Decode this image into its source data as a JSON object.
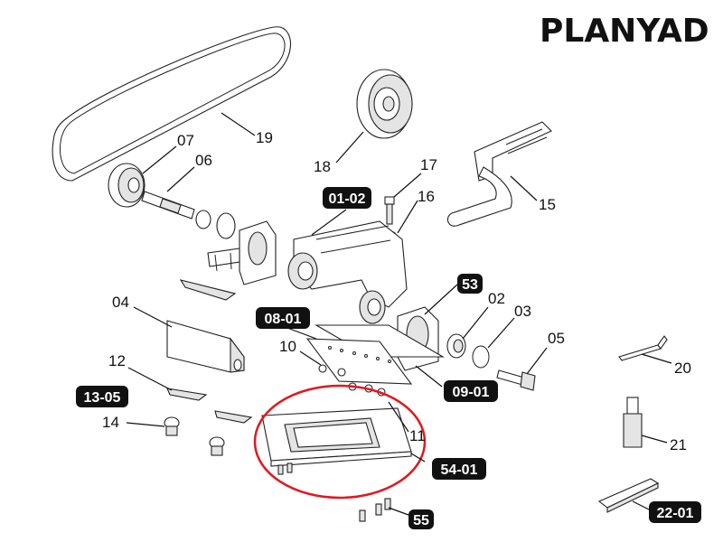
{
  "brand": "PLANYAD",
  "labels": {
    "p19": "19",
    "p07": "07",
    "p06": "06",
    "p18": "18",
    "p17": "17",
    "p16": "16",
    "p15": "15",
    "p04": "04",
    "p02": "02",
    "p03": "03",
    "p05": "05",
    "p10": "10",
    "p12": "12",
    "p14": "14",
    "p11": "11",
    "p20": "20",
    "p21": "21"
  },
  "tags": {
    "t0102": "01-02",
    "t53": "53",
    "t0801": "08-01",
    "t0901": "09-01",
    "t1305": "13-05",
    "t5401": "54-01",
    "t55": "55",
    "t2201": "22-01"
  },
  "colors": {
    "highlight_circle": "#e0191f",
    "tag_bg": "#111111",
    "tag_text": "#ffffff"
  }
}
